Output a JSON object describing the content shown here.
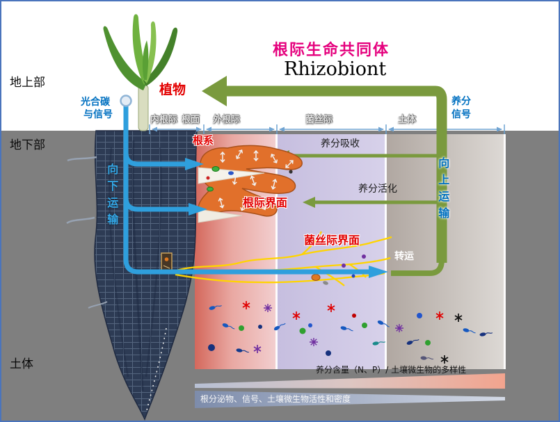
{
  "colors": {
    "title-pink": "#e5007d",
    "label-red": "#e30000",
    "label-blue": "#0070c0",
    "arrow-blue": "#2f9fdd",
    "arrow-green": "#7a9a3e",
    "tick-blue": "#6fa3d2",
    "ground-gray": "#7f7f7f"
  },
  "header": {
    "title_cn": "根际生命共同体",
    "title_en": "Rhizobiont"
  },
  "left_labels": {
    "above_ground": "地上部",
    "below_ground": "地下部",
    "bulk_soil": "土体"
  },
  "plant": {
    "label": "植物",
    "photo_line1": "光合碳",
    "photo_line2": "与信号"
  },
  "zone_scale": {
    "endorhizosphere": "内根际",
    "root_surface": "根面",
    "ectorhizosphere": "外根际",
    "hyphosphere": "菌丝际",
    "bulk_soil": "土体"
  },
  "root": {
    "root_system": "根系",
    "rhizosphere_interface": "根际界面",
    "hyphosphere_interface": "菌丝际界面"
  },
  "flows": {
    "downward": "向下运输",
    "upward": "向上运输",
    "uptake": "养分吸收",
    "activation": "养分活化",
    "translocation": "转运",
    "signal_line1": "养分",
    "signal_line2": "信号"
  },
  "footer": {
    "wedge_top": "养分含量（N、P）/ 土壤微生物的多样性",
    "wedge_bottom": "根分泌物、信号、土壤微生物活性和密度"
  }
}
